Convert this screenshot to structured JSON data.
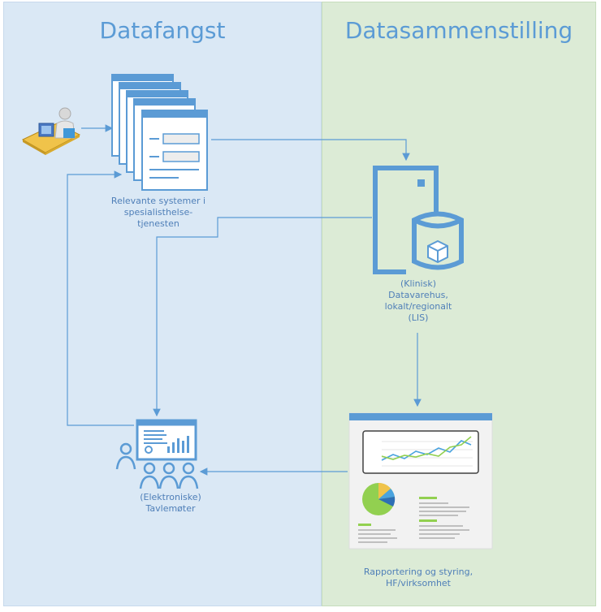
{
  "panels": {
    "left": {
      "title": "Datafangst"
    },
    "right": {
      "title": "Datasammenstilling"
    }
  },
  "nodes": {
    "systems": {
      "label_lines": [
        "Relevante systemer i",
        "spesialisthelse-",
        "tjenesten"
      ]
    },
    "warehouse": {
      "label_lines": [
        "(Klinisk)",
        "Datavarehus,",
        "lokalt/regionalt",
        "(LIS)"
      ]
    },
    "meetings": {
      "label_lines": [
        "(Elektroniske)",
        "Tavlemøter"
      ]
    },
    "reporting": {
      "label_lines": [
        "Rapportering og styring,",
        "HF/virksomhet"
      ]
    }
  },
  "icons": [
    "user-at-computer-icon",
    "document-stack-icon",
    "database-server-icon",
    "dashboard-meeting-icon",
    "report-dashboard-icon"
  ],
  "colors": {
    "left_panel": "#dae8f5",
    "right_panel": "#dcebd6",
    "accent": "#5b9bd5",
    "arrow": "#5b9bd5"
  }
}
